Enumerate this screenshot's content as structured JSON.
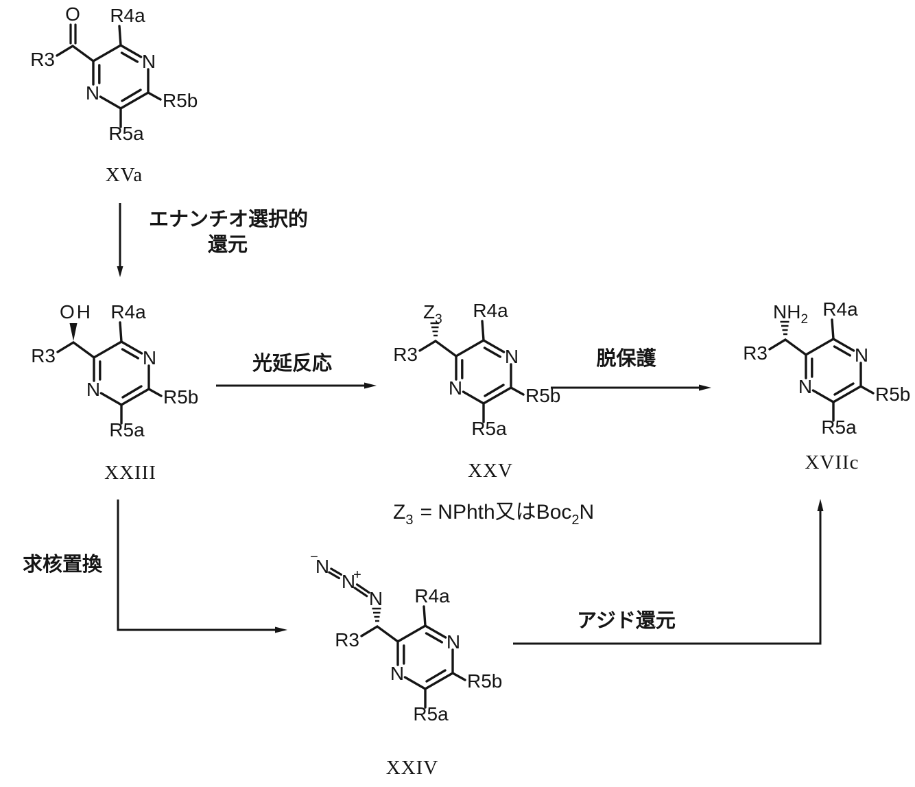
{
  "figure": {
    "background_color": "#ffffff",
    "ink_color": "#151515"
  },
  "atoms": {
    "n": "N",
    "o": "O",
    "oh": "OH",
    "r3": "R3",
    "r4a": "R4a",
    "r5b": "R5b",
    "r5a": "R5a",
    "z": "Z",
    "z_sub": "3",
    "nh": "NH",
    "nh_sub": "2",
    "plus": "+",
    "minus": "−"
  },
  "structures": {
    "xva": "XVa",
    "xxiii": "XXIII",
    "xxv": "XXV",
    "xviic": "XVIIc",
    "xxiv": "XXIV"
  },
  "steps": {
    "enantioselective_line1": "エナンチオ選択的",
    "enantioselective_line2": "還元",
    "mitsunobu": "光延反応",
    "deprotection": "脱保護",
    "nucleophilic_substitution": "求核置換",
    "azide_reduction": "アジド還元"
  },
  "note": {
    "z": "Z",
    "z_sub": "3",
    "body": "= NPhth又はBoc",
    "boc_sub": "2",
    "n": "N"
  }
}
